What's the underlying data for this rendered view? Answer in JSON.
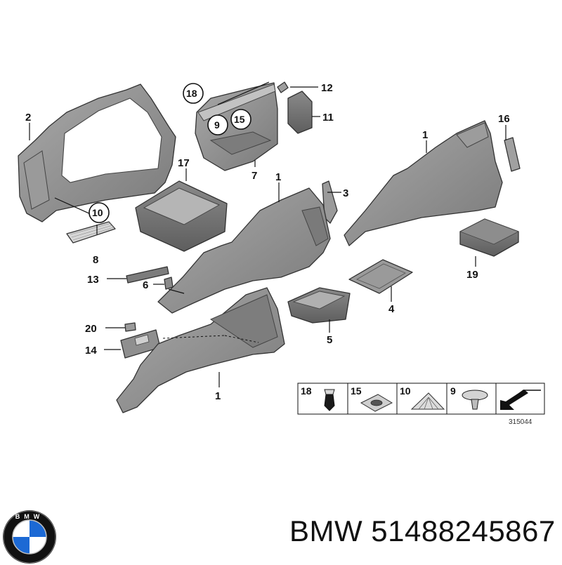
{
  "callouts": {
    "c1a": "1",
    "c1b": "1",
    "c1c": "1",
    "c2": "2",
    "c3": "3",
    "c4": "4",
    "c5": "5",
    "c6": "6",
    "c7": "7",
    "c8": "8",
    "c10": "10",
    "c11": "11",
    "c12": "12",
    "c13": "13",
    "c14": "14",
    "c16": "16",
    "c17": "17",
    "c18": "18",
    "c19": "19",
    "c20": "20",
    "c9": "9",
    "c15": "15"
  },
  "legend": {
    "items": [
      {
        "label": "18",
        "icon": "clip-plug-icon"
      },
      {
        "label": "15",
        "icon": "square-grommet-icon"
      },
      {
        "label": "10",
        "icon": "spring-nut-icon"
      },
      {
        "label": "9",
        "icon": "expanding-rivet-icon"
      }
    ],
    "drawing_number": "315044"
  },
  "footer": {
    "brand_text": "BMW 51488245867",
    "logo_letters": "BMW"
  },
  "colors": {
    "part_fill": "#8d8d8d",
    "part_dark": "#6e6e6e",
    "part_light": "#b4b4b4",
    "logo_blue": "#1c69d4",
    "logo_ring": "#111111"
  }
}
